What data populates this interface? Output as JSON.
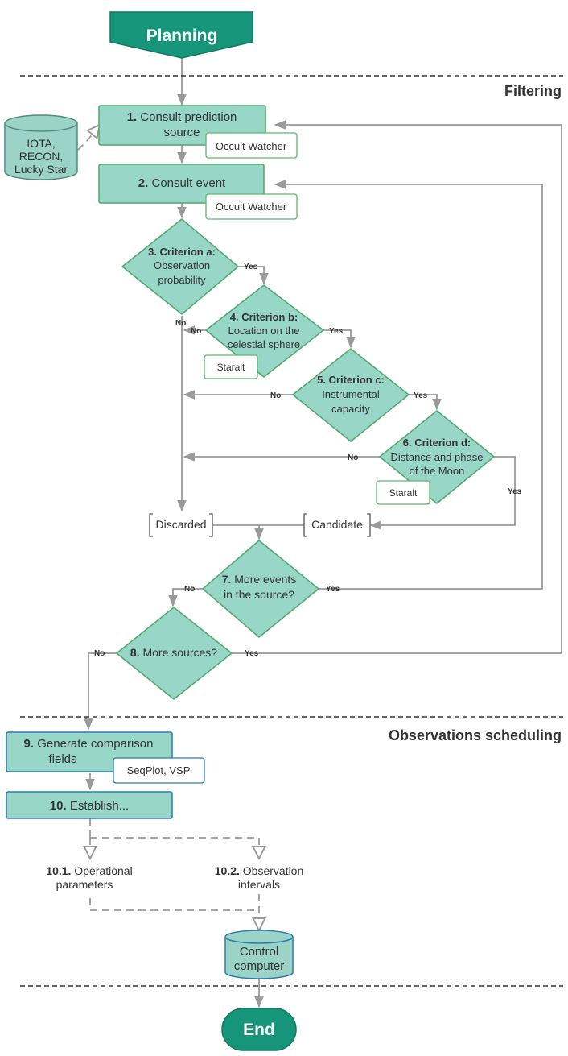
{
  "colors": {
    "teal_fill": "#98d6c8",
    "teal_stroke": "#4fa868",
    "dark_teal": "#17957a",
    "note_stroke": "#5db86a",
    "blue_stroke": "#2a7db0",
    "db_fill": "#9bd3c6",
    "arrow": "#9a9a9a"
  },
  "start": {
    "label": "Planning"
  },
  "end": {
    "label": "End"
  },
  "sections": {
    "filtering": "Filtering",
    "scheduling": "Observations scheduling"
  },
  "database": {
    "line1": "IOTA,",
    "line2": "RECON,",
    "line3": "Lucky Star"
  },
  "steps": {
    "s1": {
      "num": "1.",
      "line1": " Consult prediction",
      "line2": "source",
      "note": "Occult Watcher"
    },
    "s2": {
      "num": "2.",
      "text": " Consult event",
      "note": "Occult Watcher"
    },
    "s3": {
      "bold": "3. Criterion a:",
      "line2": "Observation",
      "line3": "probability"
    },
    "s4": {
      "bold": "4. Criterion b:",
      "line2": "Location on the",
      "line3": "celestial sphere",
      "note": "Staralt"
    },
    "s5": {
      "bold": "5. Criterion c:",
      "line2": "Instrumental",
      "line3": "capacity"
    },
    "s6": {
      "bold": "6. Criterion d:",
      "line2": "Distance and phase",
      "line3": "of the Moon",
      "note": "Staralt"
    },
    "s7": {
      "num": "7.",
      "line1": " More events",
      "line2": "in the source?"
    },
    "s8": {
      "num": "8.",
      "text": " More sources?"
    },
    "s9": {
      "num": "9.",
      "line1": " Generate comparison",
      "line2": "fields",
      "note": "SeqPlot, VSP"
    },
    "s10": {
      "num": "10.",
      "text": " Establish..."
    },
    "s10_1": {
      "num": "10.1.",
      "line1": " Operational",
      "line2": "parameters"
    },
    "s10_2": {
      "num": "10.2.",
      "line1": " Observation",
      "line2": "intervals"
    }
  },
  "outcomes": {
    "discarded": "Discarded",
    "candidate": "Candidate"
  },
  "control": {
    "line1": "Control",
    "line2": "computer"
  },
  "labels": {
    "yes": "Yes",
    "no": "No"
  }
}
